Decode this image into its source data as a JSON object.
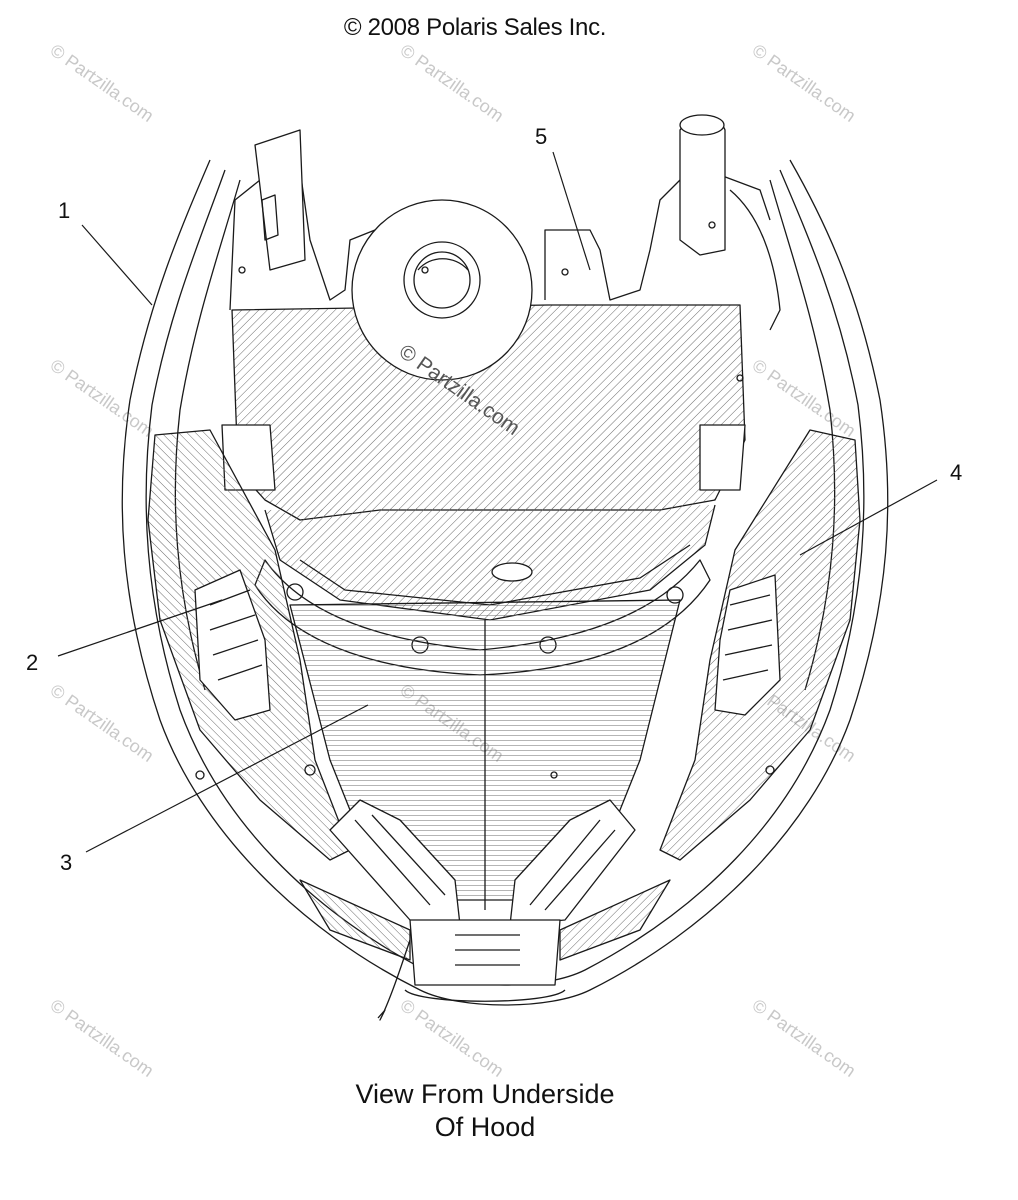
{
  "header": {
    "copyright": "© 2008 Polaris Sales Inc."
  },
  "caption": {
    "line1": "View From Underside",
    "line2": "Of Hood"
  },
  "callouts": [
    {
      "id": "1",
      "label": "1"
    },
    {
      "id": "2",
      "label": "2"
    },
    {
      "id": "3",
      "label": "3"
    },
    {
      "id": "4",
      "label": "4"
    },
    {
      "id": "5",
      "label": "5"
    }
  ],
  "watermark": {
    "text": "© Partzilla.com",
    "center_text": "© Partzilla.com"
  },
  "colors": {
    "line": "#1a1a1a",
    "hatch": "#6b6b6b",
    "watermark": "#c8c8c8",
    "background": "#ffffff"
  }
}
